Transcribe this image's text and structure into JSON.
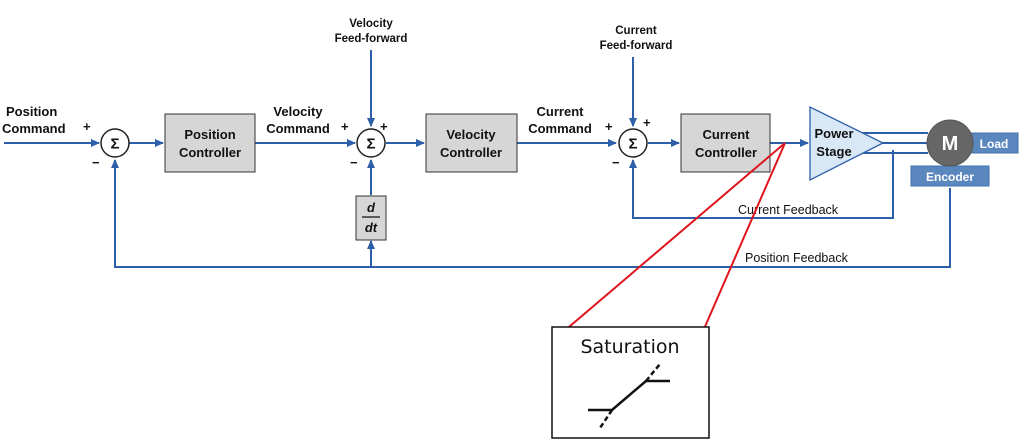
{
  "inputs": {
    "position_command": [
      "Position",
      "Command"
    ],
    "velocity_feedforward": [
      "Velocity",
      "Feed-forward"
    ],
    "current_feedforward": [
      "Current",
      "Feed-forward"
    ]
  },
  "signals": {
    "velocity_command": [
      "Velocity",
      "Command"
    ],
    "current_command": [
      "Current",
      "Command"
    ],
    "current_feedback": "Current Feedback",
    "position_feedback": "Position Feedback"
  },
  "blocks": {
    "position_controller": [
      "Position",
      "Controller"
    ],
    "velocity_controller": [
      "Velocity",
      "Controller"
    ],
    "current_controller": [
      "Current",
      "Controller"
    ],
    "power_stage": [
      "Power",
      "Stage"
    ],
    "derivative_num": "d",
    "derivative_den": "dt"
  },
  "summers": {
    "symbol": "Σ",
    "plus": "+",
    "minus": "−"
  },
  "motor": {
    "symbol": "M",
    "load": "Load",
    "encoder": "Encoder"
  },
  "inset": {
    "title": "Saturation"
  },
  "colors": {
    "signal_line": "#2d5ea8",
    "block_fill": "#d6d6d6",
    "motor_fill": "#666666",
    "tag_fill": "#5b87bf",
    "callout": "#e0141c"
  }
}
